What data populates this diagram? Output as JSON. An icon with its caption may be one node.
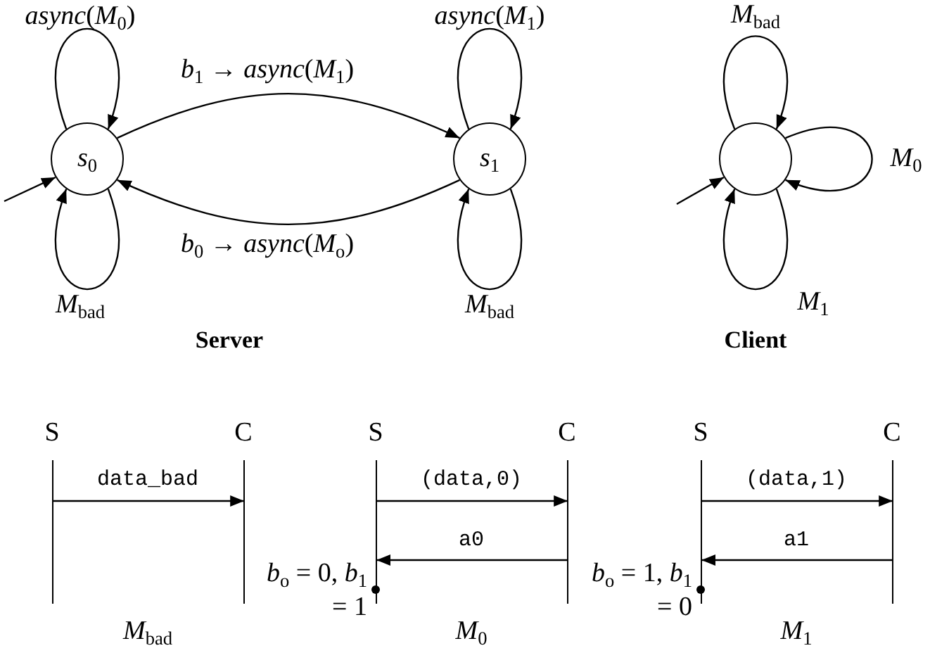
{
  "diagram": {
    "nodes": [
      {
        "text": [
          "*s*$_{0}$"
        ]
      },
      {
        "text": [
          "*s*$_{1}$"
        ]
      },
      {
        "text": [],
        "shape": "circle"
      },
      {
        "text": [
          "S"
        ]
      },
      {
        "text": [
          "C"
        ]
      },
      {
        "text": [
          "S"
        ],
        "beside": [
          "*b*$_{o}$ = 0, *b*$_{1}$ = 1"
        ]
      },
      {
        "text": [
          "C"
        ]
      },
      {
        "text": [
          "S"
        ],
        "beside": [
          "*b*$_{o}$ = 1, *b*$_{1}$ = 0"
        ]
      },
      {
        "text": [
          "C"
        ]
      }
    ],
    "edges": [
      {
        "from": 0,
        "to": 0,
        "arrow": "to",
        "label": "*async*(*M*$_{0}$)"
      },
      {
        "from": 0,
        "to": 0,
        "arrow": "to",
        "label": "*M*$_{bad}$"
      },
      {
        "from": 0,
        "to": 1,
        "arrow": "to",
        "label": "*b*$_{1}$ → *async*(*M*$_{1}$)"
      },
      {
        "from": 1,
        "to": 0,
        "arrow": "to",
        "label": "*b*$_{0}$ → *async*(*M*$_{o}$)"
      },
      {
        "from": 1,
        "to": 1,
        "arrow": "to",
        "label": "*async*(*M*$_{1}$)"
      },
      {
        "from": 1,
        "to": 1,
        "arrow": "to",
        "label": "*M*$_{bad}$"
      },
      {
        "from": null,
        "to": 0,
        "arrow": "to"
      },
      {
        "from": 2,
        "to": 2,
        "arrow": "to",
        "label": "*M*$_{bad}$"
      },
      {
        "from": 2,
        "to": 2,
        "arrow": "to",
        "label": "*M*$_{0}$"
      },
      {
        "from": 2,
        "to": 2,
        "arrow": "to",
        "label": "*M*$_{1}$"
      },
      {
        "from": null,
        "to": 2,
        "arrow": "to"
      },
      {
        "from": 3,
        "to": 4,
        "arrow": "to",
        "label": "data_bad"
      },
      {
        "from": 5,
        "to": 6,
        "arrow": "to",
        "label": "(data,0)"
      },
      {
        "from": 6,
        "to": 5,
        "arrow": "to",
        "label": "a0"
      },
      {
        "from": 7,
        "to": 8,
        "arrow": "to",
        "label": "(data,1)"
      },
      {
        "from": 8,
        "to": 7,
        "arrow": "to",
        "label": "a1"
      }
    ],
    "labels": [
      "Server",
      "Client",
      "*M*$_{bad}$",
      "*M*$_{0}$",
      "*M*$_{1}$"
    ]
  }
}
